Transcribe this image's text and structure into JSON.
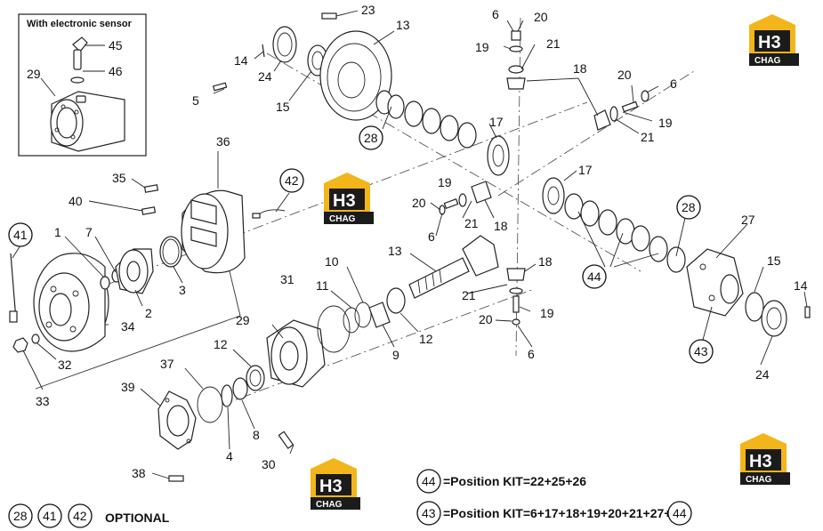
{
  "sensor_box": {
    "title": "With electronic sensor",
    "labels": [
      "45",
      "46",
      "29"
    ]
  },
  "watermark": {
    "main": "H3",
    "sub": "CHAG"
  },
  "callouts": {
    "c1": "1",
    "c2": "2",
    "c3": "3",
    "c4": "4",
    "c5": "5",
    "c6a": "6",
    "c6b": "6",
    "c6c": "6",
    "c6d": "6",
    "c7": "7",
    "c8": "8",
    "c9": "9",
    "c10": "10",
    "c11": "11",
    "c12a": "12",
    "c12b": "12",
    "c13a": "13",
    "c13b": "13",
    "c14a": "14",
    "c14b": "14",
    "c15a": "15",
    "c15b": "15",
    "c17a": "17",
    "c17b": "17",
    "c18a": "18",
    "c18b": "18",
    "c18c": "18",
    "c19a": "19",
    "c19b": "19",
    "c19c": "19",
    "c19d": "19",
    "c20a": "20",
    "c20b": "20",
    "c20c": "20",
    "c20d": "20",
    "c21a": "21",
    "c21b": "21",
    "c21c": "21",
    "c21d": "21",
    "c23": "23",
    "c24a": "24",
    "c24b": "24",
    "c27": "27",
    "c29": "29",
    "c30": "30",
    "c31": "31",
    "c32": "32",
    "c33": "33",
    "c34": "34",
    "c35": "35",
    "c36": "36",
    "c37": "37",
    "c38": "38",
    "c39": "39",
    "c40": "40"
  },
  "circled": {
    "k28": "28",
    "k41": "41",
    "k42": "42",
    "k44": "44",
    "k43": "43"
  },
  "legend": {
    "kit44_ref": "44",
    "kit44_text": "=Position KIT=22+25+26",
    "kit43_ref": "43",
    "kit43_text": "=Position KIT=6+17+18+19+20+21+27+",
    "kit43_tail": "44",
    "optional_refs": [
      "28",
      "41",
      "42"
    ],
    "optional_text": "OPTIONAL"
  },
  "colors": {
    "logo_yellow": "#f2b51a",
    "logo_dark": "#1b1b1b",
    "ink": "#111111"
  }
}
